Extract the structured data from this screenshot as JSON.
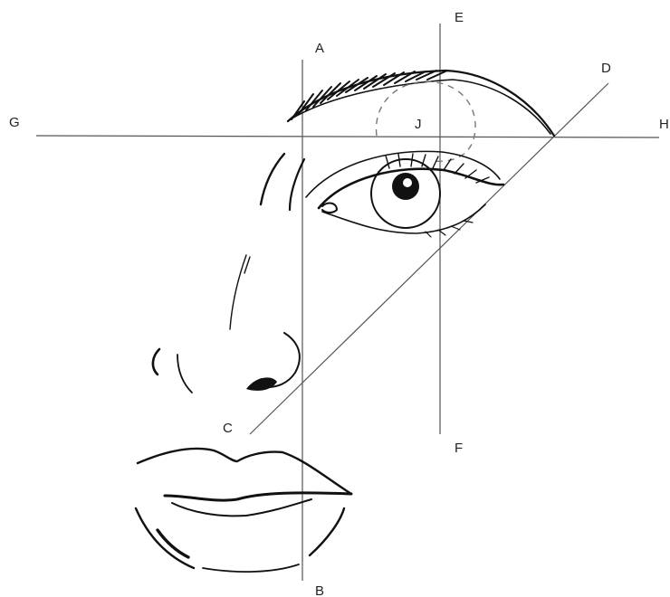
{
  "guide_labels": {
    "a": "A",
    "b": "B",
    "c": "C",
    "d": "D",
    "e": "E",
    "f": "F",
    "g": "G",
    "h": "H",
    "j": "J"
  },
  "colors": {
    "ink": "#111111",
    "guide": "#555555",
    "background": "#ffffff"
  }
}
